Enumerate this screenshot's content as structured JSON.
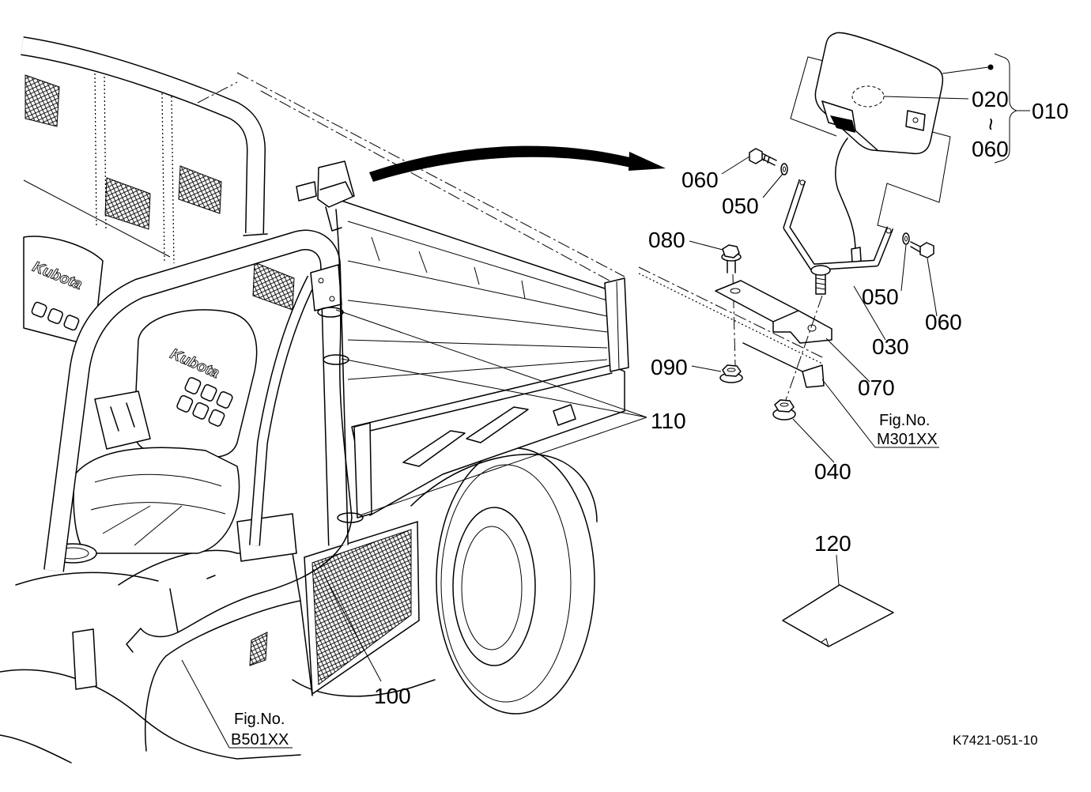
{
  "part_labels": {
    "p010": "010",
    "p020": "020",
    "range_sep": "~",
    "p060_range_end": "060",
    "p060_left": "060",
    "p050_left": "050",
    "p080": "080",
    "p050_right": "050",
    "p060_right": "060",
    "p030": "030",
    "p090": "090",
    "p070": "070",
    "p110": "110",
    "p040": "040",
    "p120": "120",
    "p100": "100"
  },
  "figure_refs": {
    "frame": {
      "prefix": "Fig.No.",
      "number": "M301XX"
    },
    "harness": {
      "prefix": "Fig.No.",
      "number": "B501XX"
    }
  },
  "drawing_code": "K7421-051-10",
  "logo_text": "Kubota"
}
